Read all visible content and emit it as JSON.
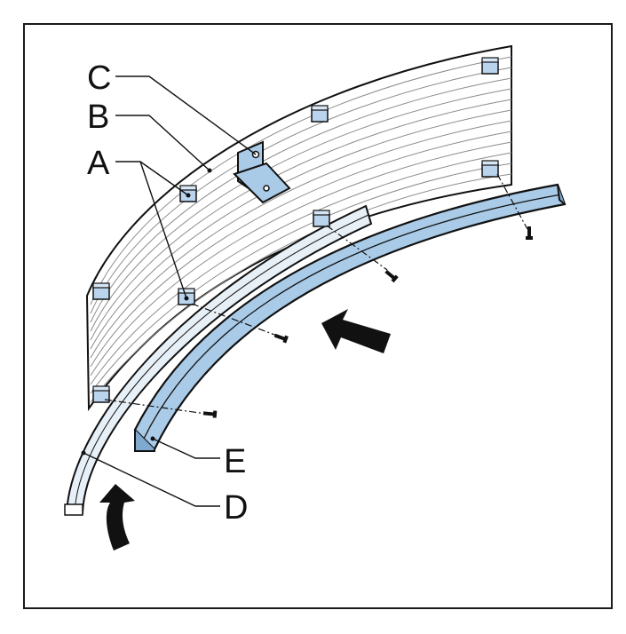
{
  "figure": {
    "callouts": [
      {
        "id": "A",
        "text": "A"
      },
      {
        "id": "B",
        "text": "B"
      },
      {
        "id": "C",
        "text": "C"
      },
      {
        "id": "D",
        "text": "D"
      },
      {
        "id": "E",
        "text": "E"
      }
    ]
  },
  "colors": {
    "rail": "#a9cbe8",
    "rail_dark": "#7fa9cf",
    "panel": "#ffffff",
    "stroke": "#111111",
    "arrow": "#111111"
  }
}
